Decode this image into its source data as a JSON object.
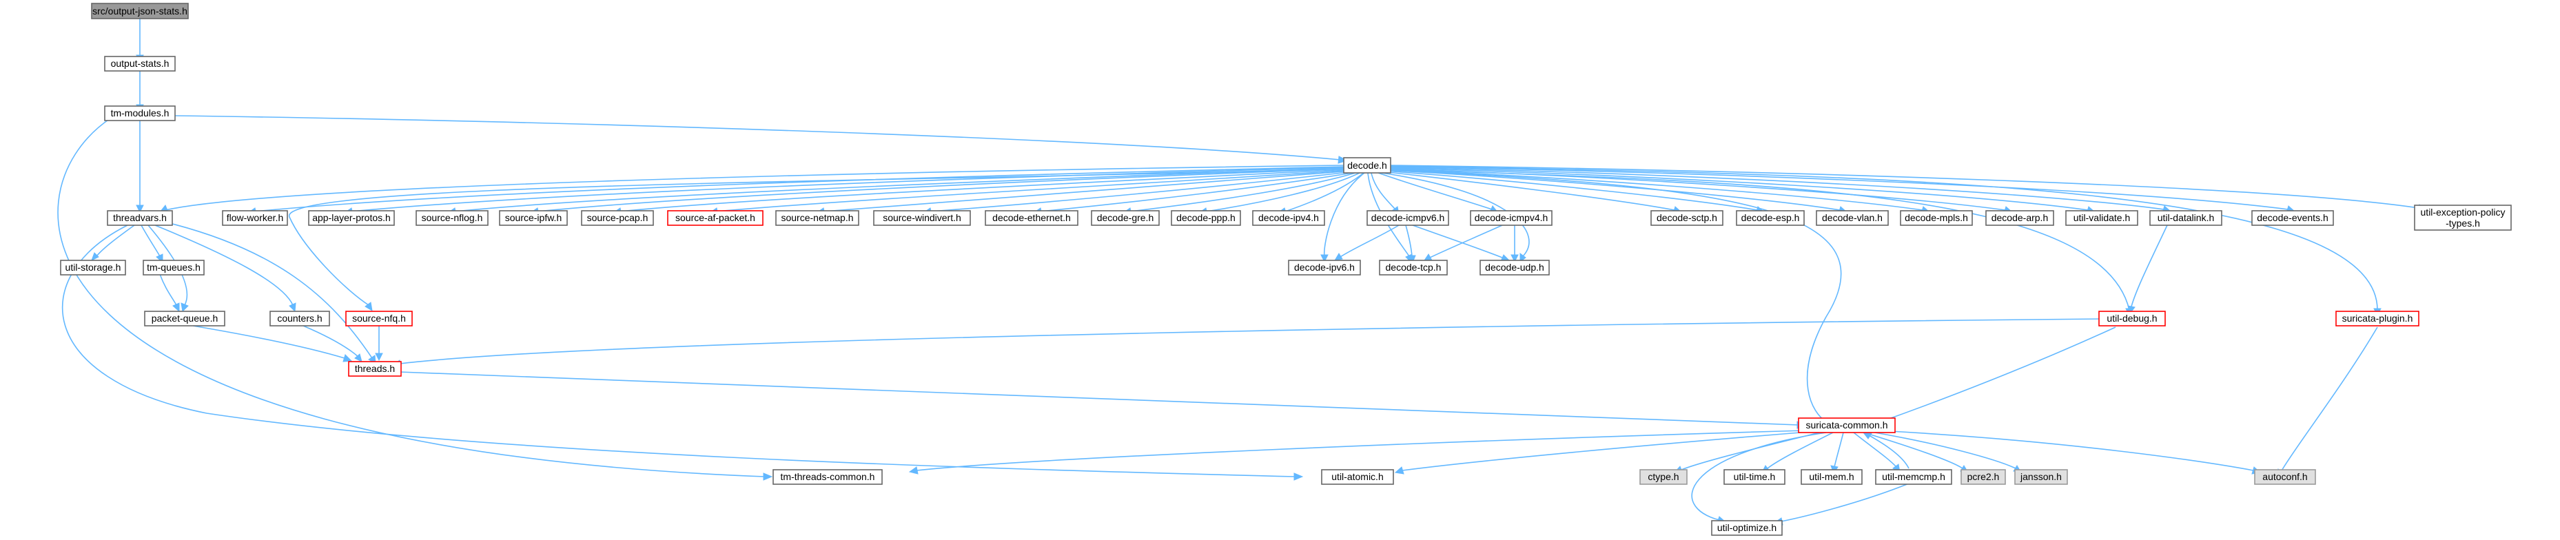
{
  "colors": {
    "edge": "#63b8ff",
    "node_border": "#666666",
    "red_border": "#ff0000",
    "root_fill": "#999999",
    "system_fill": "#e0e0e0"
  },
  "nodes": {
    "output_json_stats": "src/output-json-stats.h",
    "output_stats": "output-stats.h",
    "tm_modules": "tm-modules.h",
    "decode": "decode.h",
    "threadvars": "threadvars.h",
    "flow_worker": "flow-worker.h",
    "app_layer_protos": "app-layer-protos.h",
    "source_nflog": "source-nflog.h",
    "source_ipfw": "source-ipfw.h",
    "source_pcap": "source-pcap.h",
    "source_af_packet": "source-af-packet.h",
    "source_netmap": "source-netmap.h",
    "source_windivert": "source-windivert.h",
    "decode_ethernet": "decode-ethernet.h",
    "decode_gre": "decode-gre.h",
    "decode_ppp": "decode-ppp.h",
    "decode_ipv4": "decode-ipv4.h",
    "decode_icmpv6": "decode-icmpv6.h",
    "decode_icmpv4": "decode-icmpv4.h",
    "decode_sctp": "decode-sctp.h",
    "decode_esp": "decode-esp.h",
    "decode_vlan": "decode-vlan.h",
    "decode_mpls": "decode-mpls.h",
    "decode_arp": "decode-arp.h",
    "util_validate": "util-validate.h",
    "util_datalink": "util-datalink.h",
    "decode_events": "decode-events.h",
    "util_exception_policy_types_l1": "util-exception-policy",
    "util_exception_policy_types_l2": "-types.h",
    "util_storage": "util-storage.h",
    "tm_queues": "tm-queues.h",
    "decode_ipv6": "decode-ipv6.h",
    "decode_tcp": "decode-tcp.h",
    "decode_udp": "decode-udp.h",
    "packet_queue": "packet-queue.h",
    "counters": "counters.h",
    "source_nfq": "source-nfq.h",
    "util_debug": "util-debug.h",
    "suricata_plugin": "suricata-plugin.h",
    "threads": "threads.h",
    "suricata_common": "suricata-common.h",
    "tm_threads_common": "tm-threads-common.h",
    "util_atomic": "util-atomic.h",
    "ctype": "ctype.h",
    "util_time": "util-time.h",
    "util_mem": "util-mem.h",
    "util_memcmp": "util-memcmp.h",
    "pcre2": "pcre2.h",
    "jansson": "jansson.h",
    "autoconf": "autoconf.h",
    "util_optimize": "util-optimize.h"
  }
}
